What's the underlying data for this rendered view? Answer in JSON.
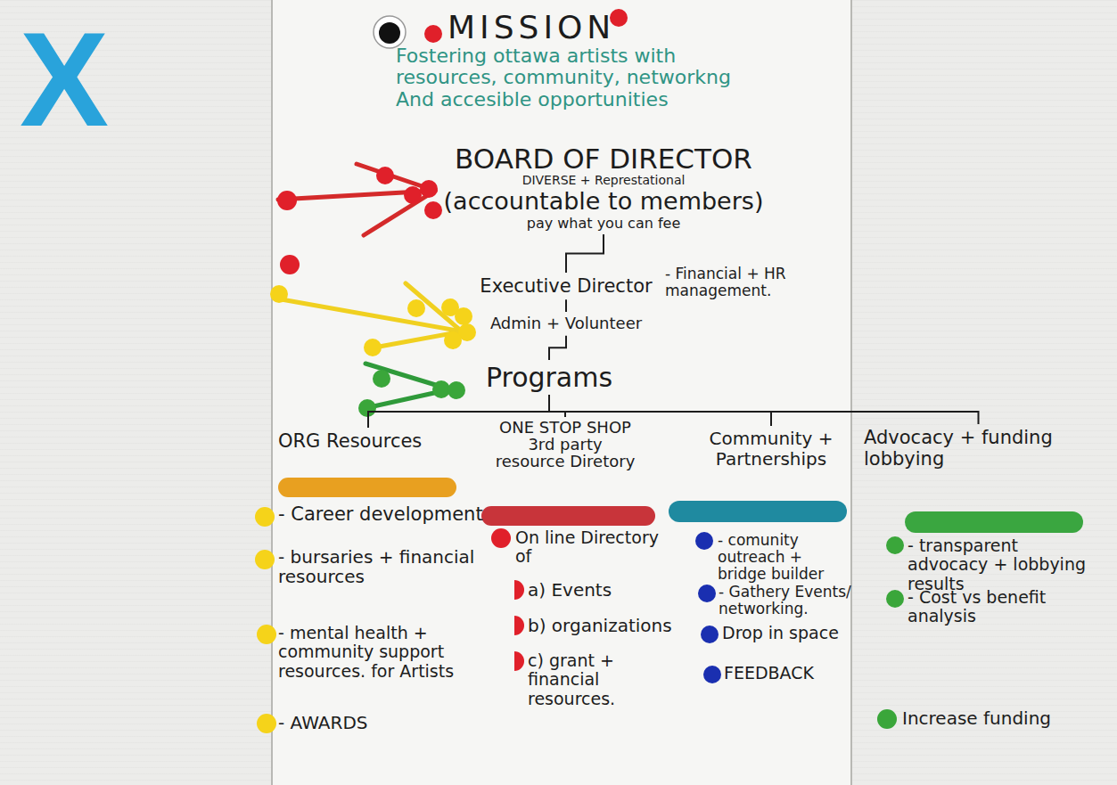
{
  "diagram": {
    "nodes": [
      {
        "text": [
          "MISSION",
          "Fostering ottawa artists with resources, community, networkng And accesible opportunities"
        ]
      },
      {
        "text": [
          "BOARD OF DIRECTOR",
          "DIVERSE + Represtational",
          "(accountable to members)",
          "pay what you can fee"
        ]
      },
      {
        "text": [
          "Executive Director"
        ]
      },
      {
        "text": [
          "Admin + Volunteer"
        ]
      },
      {
        "text": [
          "Programs"
        ]
      },
      {
        "text": [
          "ORG Resources"
        ]
      },
      {
        "text": [
          "ONE STOP SHOP 3rd party resource Diretory"
        ]
      },
      {
        "text": [
          "Community + Partnerships"
        ]
      },
      {
        "text": [
          "Advocacy + funding lobbying"
        ]
      }
    ],
    "edges": [
      {
        "from": 1,
        "to": 2,
        "arrow": "none"
      },
      {
        "from": 2,
        "to": 3,
        "arrow": "none"
      },
      {
        "from": 3,
        "to": 4,
        "arrow": "none"
      },
      {
        "from": 4,
        "to": 5,
        "arrow": "none"
      },
      {
        "from": 4,
        "to": 6,
        "arrow": "none"
      },
      {
        "from": 4,
        "to": 7,
        "arrow": "none"
      },
      {
        "from": 4,
        "to": 8,
        "arrow": "none"
      }
    ],
    "labels": [
      "X",
      "- Financial + HR management.",
      "- Career development",
      "- bursaries + financial resources",
      "- mental health + community support resources. for Artists",
      "- AWARDS",
      "On line Directory of",
      "a) Events",
      "b) organizations",
      "c) grant + financial resources.",
      "- comunity outreach + bridge builder",
      "- Gathery Events/ networking.",
      "Drop in space",
      "FEEDBACK",
      "- transparent advocacy + lobbying results",
      "- Cost vs benefit analysis",
      "Increase funding"
    ]
  }
}
